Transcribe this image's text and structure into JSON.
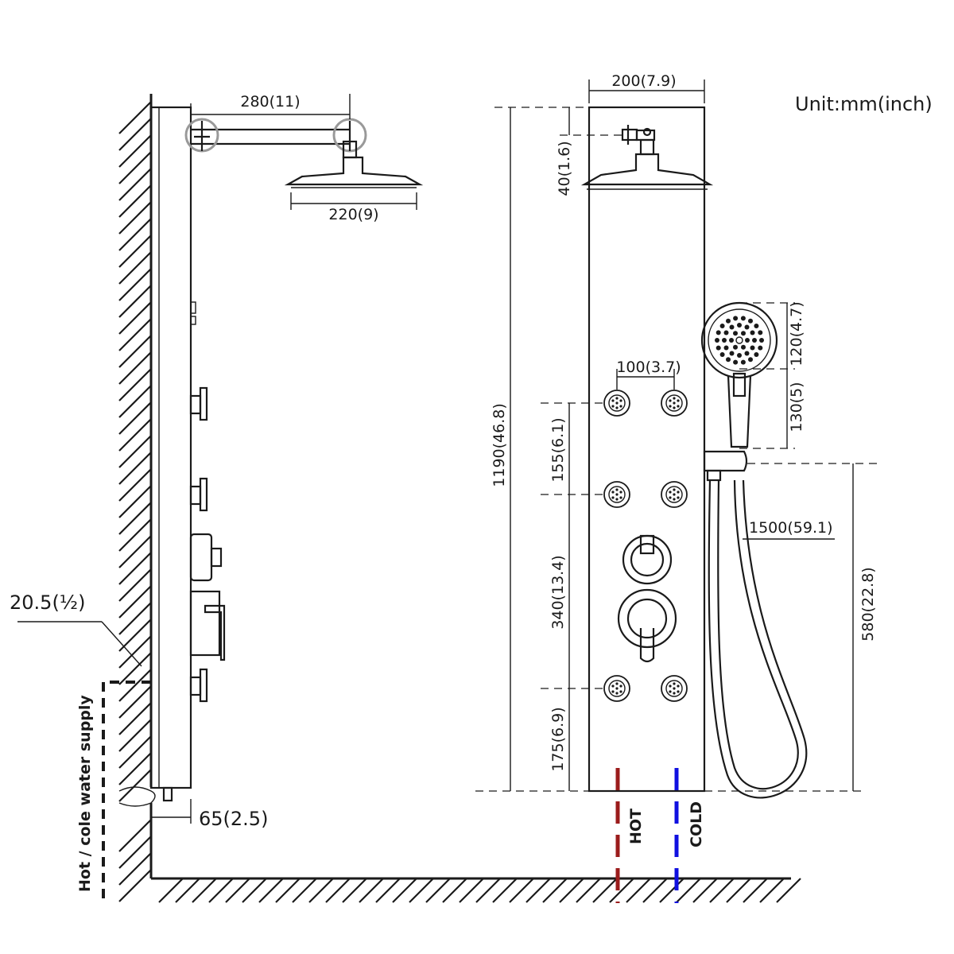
{
  "unit": "Unit:mm(inch)",
  "side_view": {
    "arm_length": "280(11)",
    "head_diameter": "220(9)",
    "pipe_size": "20.5(½)",
    "wall_offset": "65(2.5)",
    "supply_label": "Hot / cole water supply"
  },
  "front_view": {
    "panel_width": "200(7.9)",
    "top_offset": "40(1.6)",
    "total_height": "1190(46.8)",
    "jet_spacing": "100(3.7)",
    "jet_gap_upper": "155(6.1)",
    "jet_gap_middle": "340(13.4)",
    "jet_gap_lower": "175(6.9)",
    "hand_head_size": "120(4.7)",
    "hand_handle_length": "130(5)",
    "hose_length": "1500(59.1)",
    "holder_height": "580(22.8)",
    "hot_label": "HOT",
    "cold_label": "COLD"
  },
  "colors": {
    "hot": "#9b1c1c",
    "cold": "#1010e0"
  }
}
